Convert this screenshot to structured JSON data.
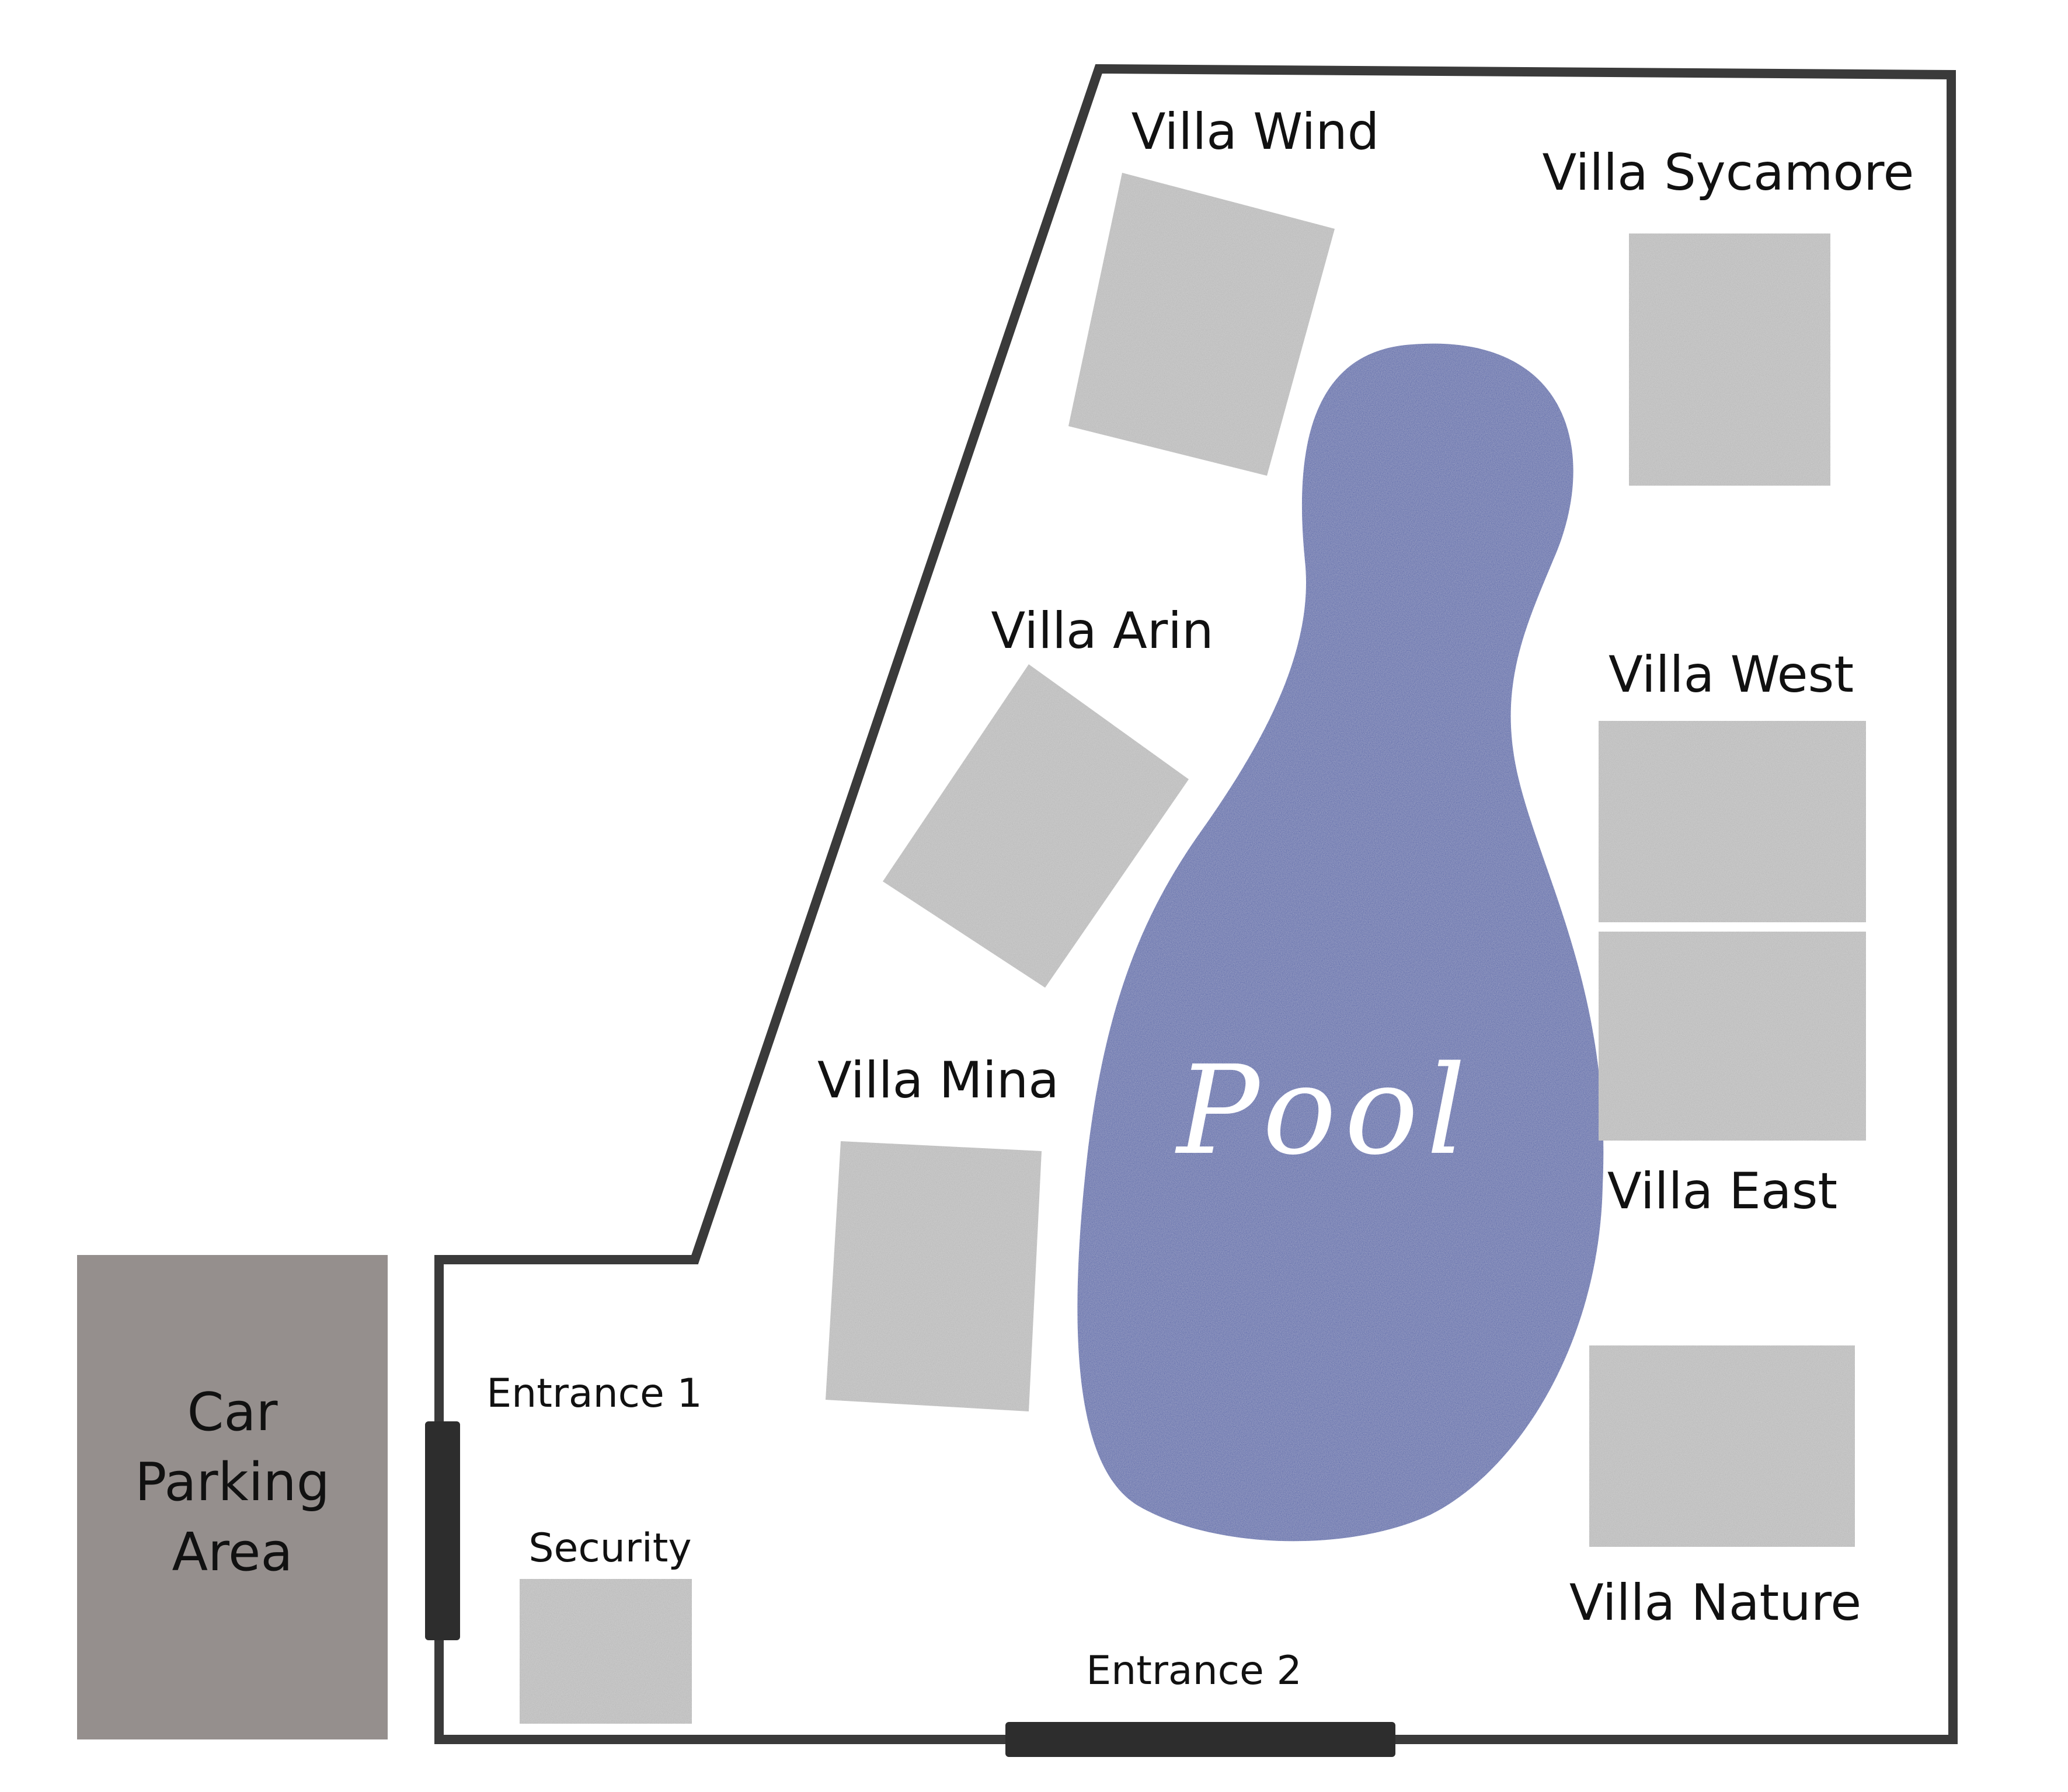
{
  "colors": {
    "wall": "#3a3a3a",
    "villa": "#b4b4b4",
    "pool": "#4257a4",
    "pool_label": "#ffffff",
    "parking": "#958f8d",
    "gate": "#2d2d2d",
    "label": "#111111"
  },
  "map": {
    "parking": {
      "line1": "Car",
      "line2": "Parking",
      "line3": "Area"
    },
    "pool": {
      "label": "Pool"
    },
    "entrances": {
      "entrance_1": "Entrance 1",
      "entrance_2": "Entrance 2"
    },
    "security": {
      "label": "Security"
    },
    "villas": {
      "wind": "Villa Wind",
      "sycamore": "Villa Sycamore",
      "arin": "Villa Arin",
      "west": "Villa West",
      "mina": "Villa Mina",
      "east": "Villa East",
      "nature": "Villa Nature"
    }
  }
}
